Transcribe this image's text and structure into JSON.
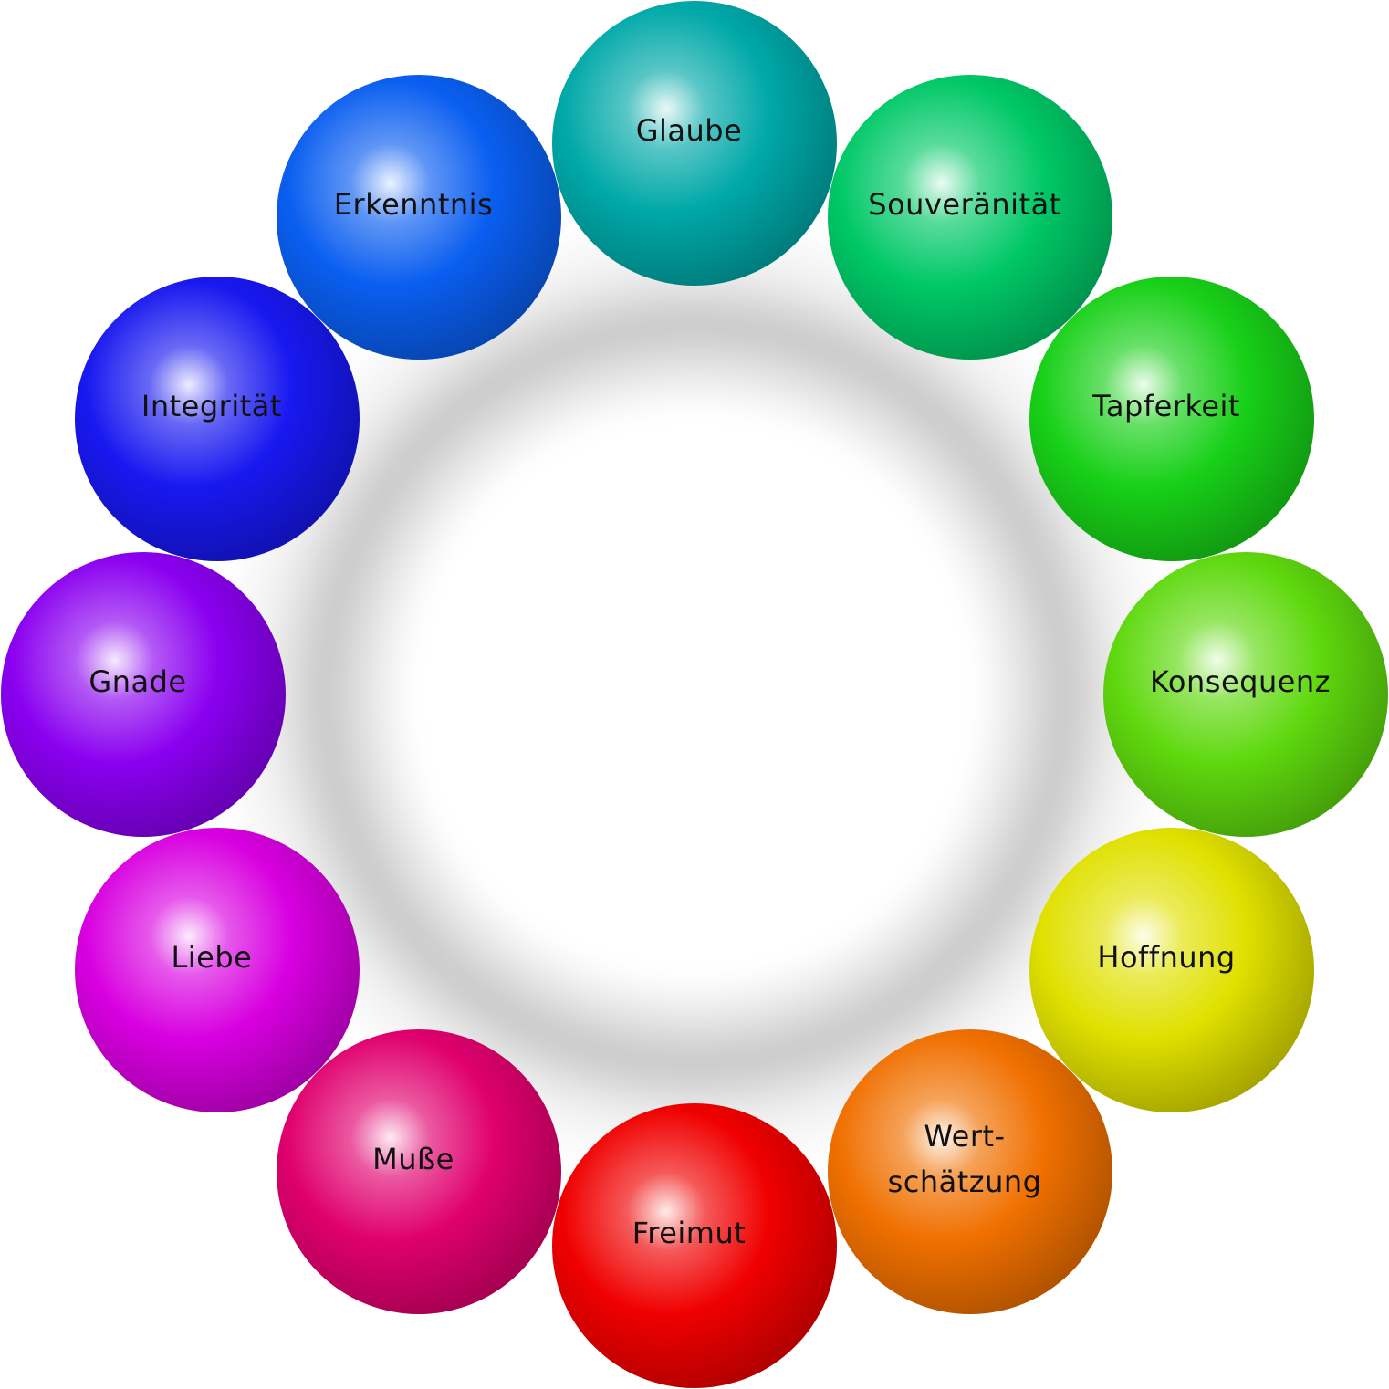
{
  "diagram": {
    "nodes": [
      {
        "label": "Glaube",
        "color": "#00a8a8"
      },
      {
        "label": "Souveränität",
        "color": "#00c867"
      },
      {
        "label": "Tapferkeit",
        "color": "#18d018"
      },
      {
        "label": "Konsequenz",
        "color": "#5fd80e"
      },
      {
        "label": "Hoffnung",
        "color": "#e0e000"
      },
      {
        "label": "Wert-\nschätzung",
        "color": "#f07000"
      },
      {
        "label": "Freimut",
        "color": "#f00000"
      },
      {
        "label": "Muße",
        "color": "#e0006e"
      },
      {
        "label": "Liebe",
        "color": "#d800e0"
      },
      {
        "label": "Gnade",
        "color": "#8a00f0"
      },
      {
        "label": "Integrität",
        "color": "#1818f0"
      },
      {
        "label": "Erkenntnis",
        "color": "#0a5ef0"
      }
    ]
  }
}
